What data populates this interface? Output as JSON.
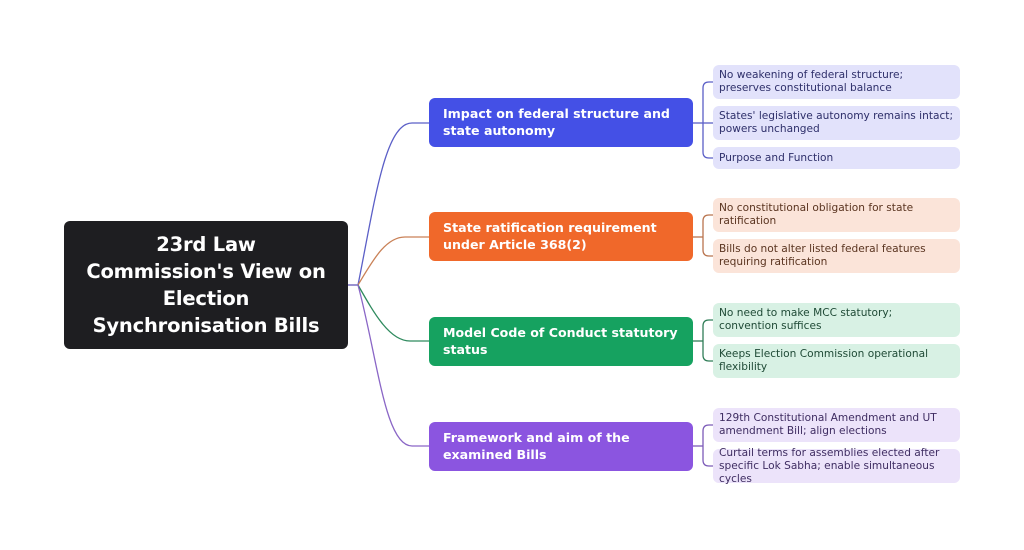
{
  "root": {
    "title": "23rd Law Commission's View on Election Synchronisation Bills",
    "color": "#1e1e21"
  },
  "branches": [
    {
      "label": "Impact on federal structure and state autonomy",
      "color": "#4450e6",
      "line_color": "#5b5fc7",
      "leaf_bg": "#e2e2fb",
      "leaf_text": "#2e2f6a",
      "leaves": [
        "No weakening of federal structure; preserves constitutional balance",
        "States' legislative autonomy remains intact; powers unchanged",
        "Purpose and Function"
      ]
    },
    {
      "label": "State ratification requirement under Article 368(2)",
      "color": "#f0682a",
      "line_color": "#b9744e",
      "leaf_bg": "#fbe4d9",
      "leaf_text": "#5a3420",
      "leaves": [
        "No constitutional obligation for state ratification",
        "Bills do not alter listed federal features requiring ratification"
      ]
    },
    {
      "label": "Model Code of Conduct statutory status",
      "color": "#16a260",
      "line_color": "#2f7d57",
      "leaf_bg": "#d8f1e4",
      "leaf_text": "#1f4a36",
      "leaves": [
        "No need to make MCC statutory; convention suffices",
        "Keeps Election Commission operational flexibility"
      ]
    },
    {
      "label": "Framework and aim of the examined Bills",
      "color": "#8b55e0",
      "line_color": "#7c5bb8",
      "leaf_bg": "#ece3fa",
      "leaf_text": "#3f2d62",
      "leaves": [
        "129th Constitutional Amendment and UT amendment Bill; align elections",
        "Curtail terms for assemblies elected after specific Lok Sabha; enable simultaneous cycles"
      ]
    }
  ]
}
